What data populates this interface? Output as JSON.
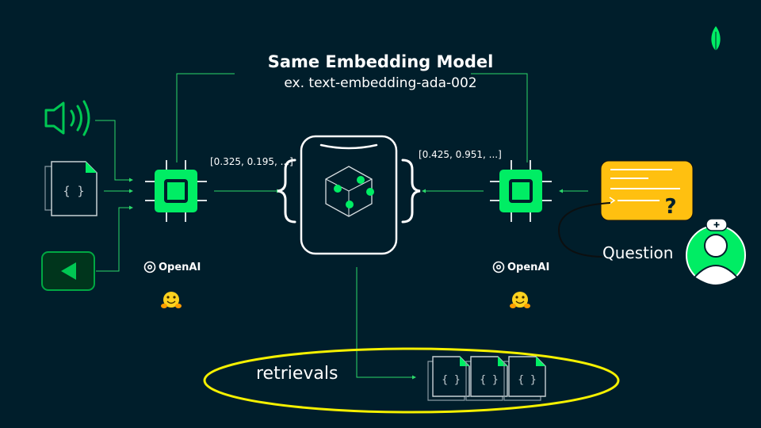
{
  "header": {
    "title": "Same Embedding Model",
    "subtitle": "ex. text-embedding-ada-002"
  },
  "vectors": {
    "left": "[0.325, 0.195,  ...]",
    "right": "[0.425, 0.951,  ...]"
  },
  "providers": {
    "left": "OpenAI",
    "right": "OpenAI"
  },
  "labels": {
    "question": "Question",
    "retrievals": "retrievals",
    "doc_glyph": "{ }"
  },
  "colors": {
    "background": "#001e2b",
    "accent_green": "#00ed64",
    "line_green": "#2bd86a",
    "question_yellow": "#ffc010",
    "ellipse_yellow": "#f5f000",
    "logo_green": "#00ed64"
  },
  "icons": [
    "mongodb-leaf-icon",
    "speaker-icon",
    "document-icon",
    "video-play-icon",
    "chip-icon",
    "vector-db-icon",
    "cube-icon",
    "openai-logo-icon",
    "huggingface-icon",
    "chat-bubble-icon",
    "user-avatar-icon"
  ]
}
